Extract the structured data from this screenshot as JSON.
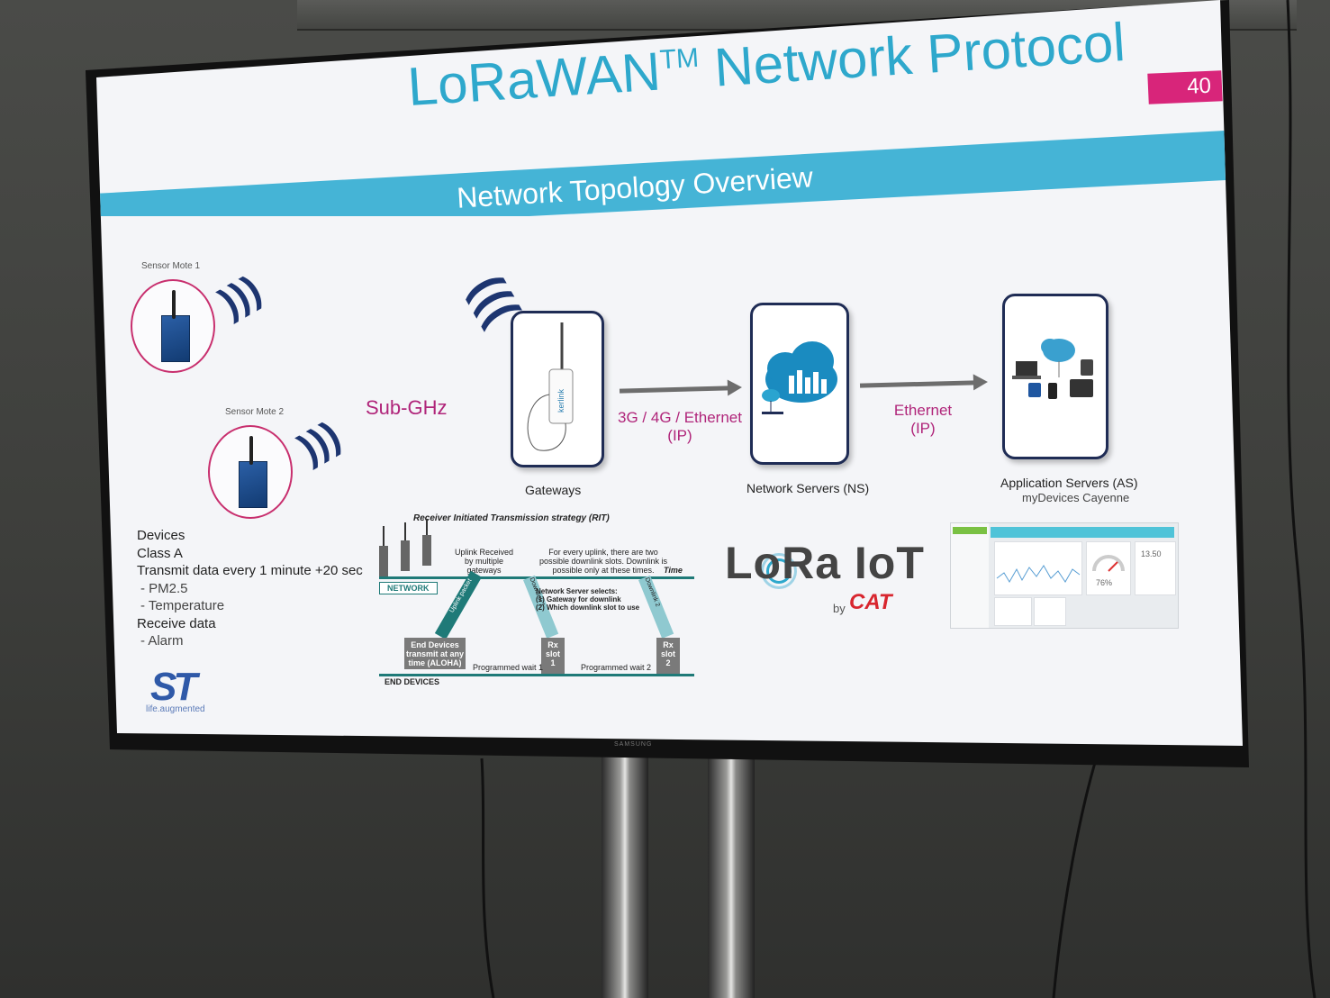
{
  "slide": {
    "title_main": "LoRaWAN",
    "title_tm": "TM",
    "title_rest": " Network Protocol",
    "page_number": "40",
    "subtitle": "Network Topology Overview",
    "colors": {
      "accent": "#2ea8cc",
      "magenta": "#b0257a",
      "page_badge": "#d8257a",
      "navy": "#1f2c55"
    }
  },
  "sensors": [
    {
      "label": "Sensor Mote 1"
    },
    {
      "label": "Sensor Mote 2"
    }
  ],
  "radio_label": "Sub-GHz",
  "nodes": {
    "gateways": {
      "label": "Gateways"
    },
    "network_servers": {
      "label": "Network Servers (NS)"
    },
    "application_servers": {
      "label": "Application Servers (AS)",
      "sublabel": "myDevices Cayenne"
    }
  },
  "links": {
    "gw_to_ns": {
      "line1": "3G / 4G / Ethernet",
      "line2": "(IP)"
    },
    "ns_to_as": {
      "line1": "Ethernet",
      "line2": "(IP)"
    }
  },
  "devices_info": {
    "heading": "Devices",
    "class": "Class A",
    "transmit": "Transmit data every 1 minute +20 sec",
    "transmit_items": [
      "-   PM2.5",
      "-   Temperature"
    ],
    "receive": "Receive data",
    "receive_items": [
      "-   Alarm"
    ]
  },
  "st_logo": {
    "text": "ST",
    "tagline": "life.augmented"
  },
  "rit_diagram": {
    "title": "Receiver Initiated Transmission strategy (RIT)",
    "network_label": "NETWORK",
    "end_devices_label": "END DEVICES",
    "time_label": "Time",
    "uplink_note": [
      "Uplink Received",
      "by multiple",
      "gateways"
    ],
    "downlink_note": [
      "For every uplink, there are two",
      "possible downlink slots. Downlink is",
      "possible only at these times."
    ],
    "ns_selects": [
      "Network Server selects:",
      "(1)  Gateway for downlink",
      "(2)  Which downlink slot to use"
    ],
    "end_devices_box": [
      "End Devices",
      "transmit at any",
      "time (ALOHA)"
    ],
    "rx1": [
      "Rx",
      "slot",
      "1"
    ],
    "rx2": [
      "Rx",
      "slot",
      "2"
    ],
    "wait1": "Programmed wait 1",
    "wait2": "Programmed wait 2",
    "uplink_arrow": "Uplink packet",
    "downlink_arrow_1": "Downlink 1",
    "downlink_arrow_2": "Downlink 2"
  },
  "lora_iot_logo": {
    "text": "LoRa IoT",
    "by": "by",
    "cat": "CAT"
  },
  "dashboard_thumbnail": {
    "gauge_value": "76%",
    "side_value": "13.50"
  },
  "tv": {
    "brand": "SAMSUNG"
  }
}
